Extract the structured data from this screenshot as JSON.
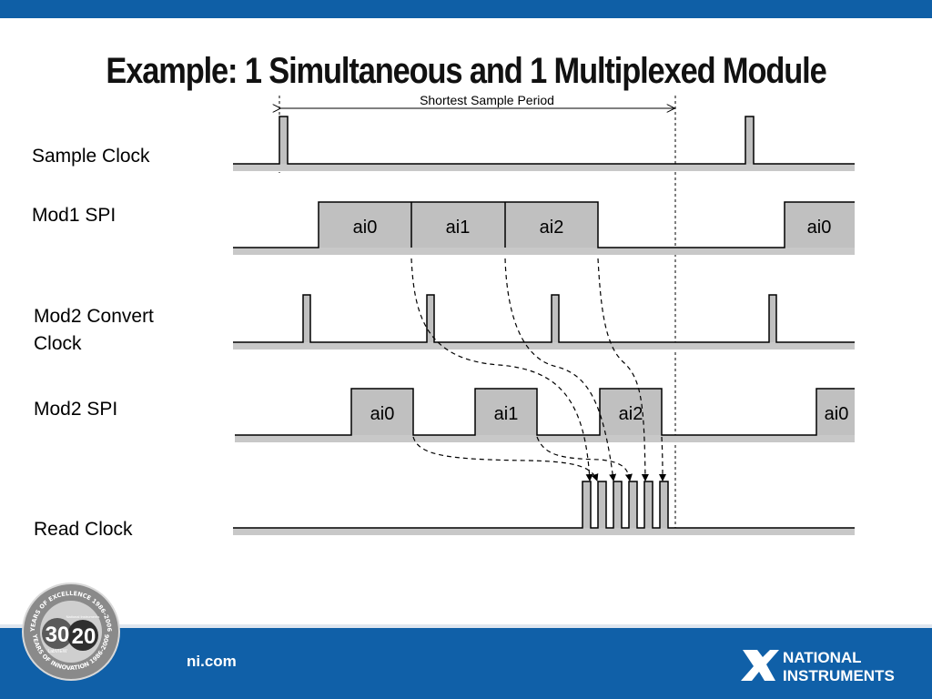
{
  "title": "Example: 1 Simultaneous and 1 Multiplexed Module",
  "period_label": "Shortest Sample Period",
  "signals": [
    {
      "label": "Sample Clock"
    },
    {
      "label": "Mod1 SPI",
      "segments": [
        "ai0",
        "ai1",
        "ai2",
        "ai0"
      ]
    },
    {
      "label": "Mod2 Convert Clock"
    },
    {
      "label": "Mod2 SPI",
      "segments": [
        "ai0",
        "ai1",
        "ai2",
        "ai0"
      ]
    },
    {
      "label": "Read Clock"
    }
  ],
  "footer": {
    "site": "ni.com",
    "logo_text_1": "NATIONAL",
    "logo_text_2": "INSTRUMENTS",
    "seal_big_left": "30",
    "seal_big_right": "20",
    "seal_text_top": "YEARS OF EXCELLENCE 1986-2006",
    "seal_text_bottom": "YEARS OF INNOVATION 1986-2006",
    "seal_small": "National Instruments",
    "seal_labview": "LabVIEW"
  },
  "colors": {
    "header_bar": "#0f5fa6",
    "footer_bar": "#1060a8",
    "signal_fill": "#c0c0c0",
    "baseline": "#c8c8c8"
  }
}
